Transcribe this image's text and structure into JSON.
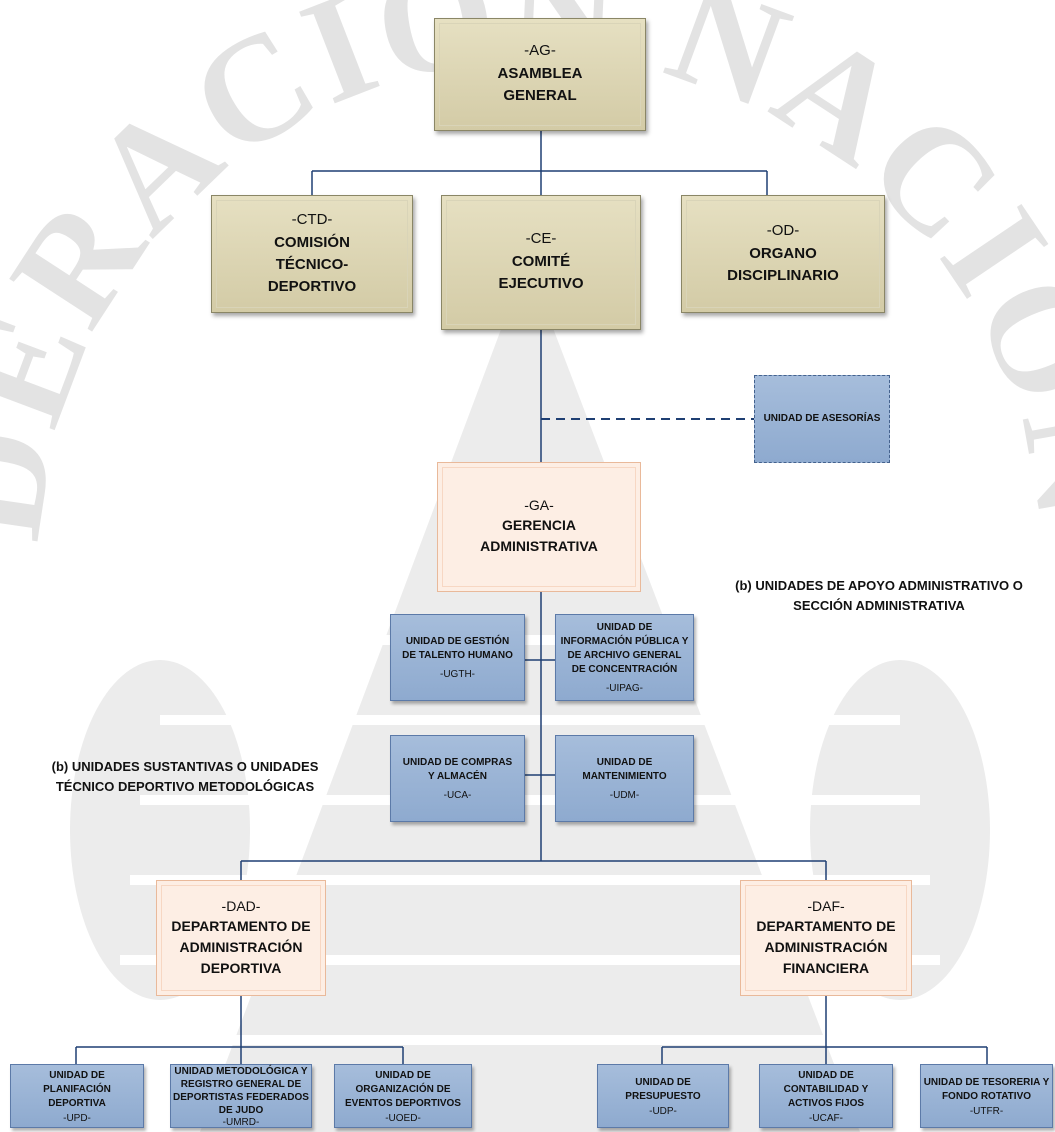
{
  "nodes": {
    "ag": {
      "abbr": "-AG-",
      "name": "ASAMBLEA GENERAL"
    },
    "ctd": {
      "abbr": "-CTD-",
      "name": "COMISIÓN TÉCNICO-DEPORTIVO"
    },
    "ce": {
      "abbr": "-CE-",
      "name": "COMITÉ EJECUTIVO"
    },
    "od": {
      "abbr": "-OD-",
      "name": "ORGANO DISCIPLINARIO"
    },
    "asesorias": {
      "name": "UNIDAD DE ASESORÍAS"
    },
    "ga": {
      "abbr": "-GA-",
      "name": "GERENCIA ADMINISTRATIVA"
    },
    "ugth": {
      "name": "UNIDAD DE GESTIÓN DE TALENTO HUMANO",
      "abbr": "-UGTH-"
    },
    "uipag": {
      "name": "UNIDAD DE INFORMACIÓN PÚBLICA Y DE ARCHIVO GENERAL DE CONCENTRACIÓN",
      "abbr": "-UIPAG-"
    },
    "uca": {
      "name": "UNIDAD DE COMPRAS Y ALMACÉN",
      "abbr": "-UCA-"
    },
    "udm": {
      "name": "UNIDAD DE MANTENIMIENTO",
      "abbr": "-UDM-"
    },
    "dad": {
      "abbr": "-DAD-",
      "name": "DEPARTAMENTO DE ADMINISTRACIÓN DEPORTIVA"
    },
    "daf": {
      "abbr": "-DAF-",
      "name": "DEPARTAMENTO DE ADMINISTRACIÓN FINANCIERA"
    },
    "upd": {
      "name": "UNIDAD DE PLANIFACIÓN DEPORTIVA",
      "abbr": "-UPD-"
    },
    "umrd": {
      "name": "UNIDAD METODOLÓGICA Y REGISTRO GENERAL DE DEPORTISTAS FEDERADOS DE JUDO",
      "abbr": "-UMRD-"
    },
    "uoed": {
      "name": "UNIDAD DE ORGANIZACIÓN DE EVENTOS DEPORTIVOS",
      "abbr": "-UOED-"
    },
    "udp": {
      "name": "UNIDAD DE PRESUPUESTO",
      "abbr": "-UDP-"
    },
    "ucaf": {
      "name": "UNIDAD DE CONTABILIDAD Y ACTIVOS FIJOS",
      "abbr": "-UCAF-"
    },
    "utfr": {
      "name": "UNIDAD DE TESORERIA Y FONDO ROTATIVO",
      "abbr": "-UTFR-"
    }
  },
  "labels": {
    "apoyo": "(b) UNIDADES DE APOYO ADMINISTRATIVO O SECCIÓN ADMINISTRATIVA",
    "sustantivas": "(b) UNIDADES SUSTANTIVAS O UNIDADES TÉCNICO DEPORTIVO METODOLÓGICAS"
  },
  "watermark": {
    "text": "FEDERACIÓN NACIONAL"
  },
  "colors": {
    "connector": "#1f3f73",
    "olive_box": "#dcd5b2",
    "peach_box": "#fdeee4",
    "blue_box": "#9bb3d6"
  }
}
